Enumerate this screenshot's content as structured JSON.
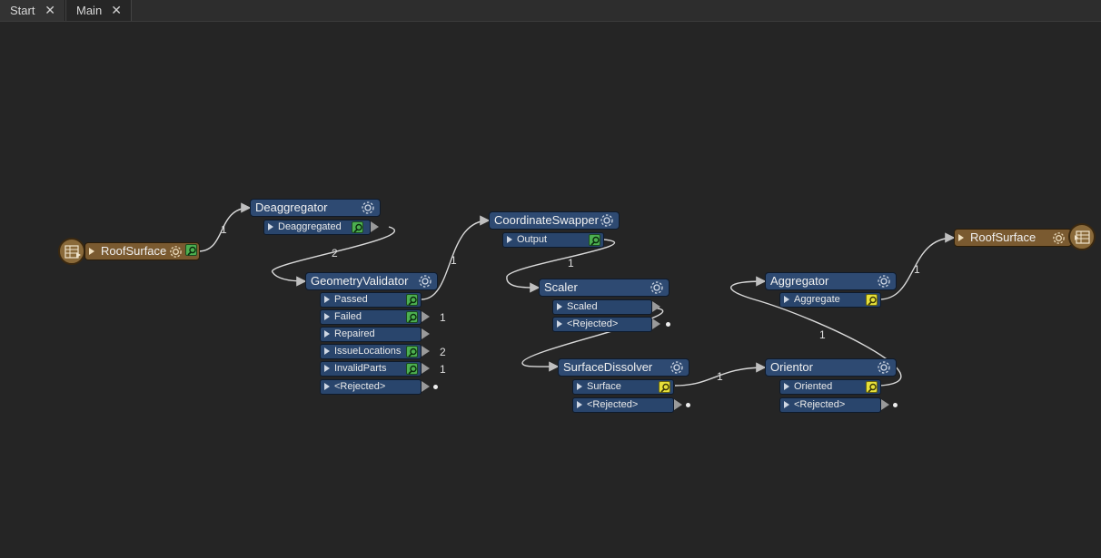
{
  "tabs": [
    {
      "label": "Start",
      "close": "✕"
    },
    {
      "label": "Main",
      "close": "✕"
    }
  ],
  "colors": {
    "transformer": "#2e4a72",
    "port": "#29456c",
    "reader_writer": "#7a5a30",
    "link": "#d9d9d9",
    "inspect_green": "#4caf50",
    "inspect_yellow": "#e6e03a"
  },
  "reader": {
    "label": "RoofSurface"
  },
  "writer": {
    "label": "RoofSurface"
  },
  "transformers": {
    "deaggregator": {
      "title": "Deaggregator",
      "ports": [
        "Deaggregated"
      ]
    },
    "geometry_validator": {
      "title": "GeometryValidator",
      "ports": [
        "Passed",
        "Failed",
        "Repaired",
        "IssueLocations",
        "InvalidParts",
        "<Rejected>"
      ]
    },
    "coordinate_swapper": {
      "title": "CoordinateSwapper",
      "ports": [
        "Output"
      ]
    },
    "scaler": {
      "title": "Scaler",
      "ports": [
        "Scaled",
        "<Rejected>"
      ]
    },
    "surface_dissolver": {
      "title": "SurfaceDissolver",
      "ports": [
        "Surface",
        "<Rejected>"
      ]
    },
    "aggregator": {
      "title": "Aggregator",
      "ports": [
        "Aggregate"
      ]
    },
    "orientor": {
      "title": "Orientor",
      "ports": [
        "Oriented",
        "<Rejected>"
      ]
    }
  },
  "link_counts": {
    "reader_to_deaggregator": "1",
    "deaggregator_to_validator": "2",
    "passed_to_swapper": "1",
    "failed": "1",
    "issue_locations": "2",
    "invalid_parts": "1",
    "swapper_to_scaler": "1",
    "dissolver_to_orientor": "1",
    "orientor_to_aggregator": "1",
    "aggregator_to_writer": "1"
  }
}
